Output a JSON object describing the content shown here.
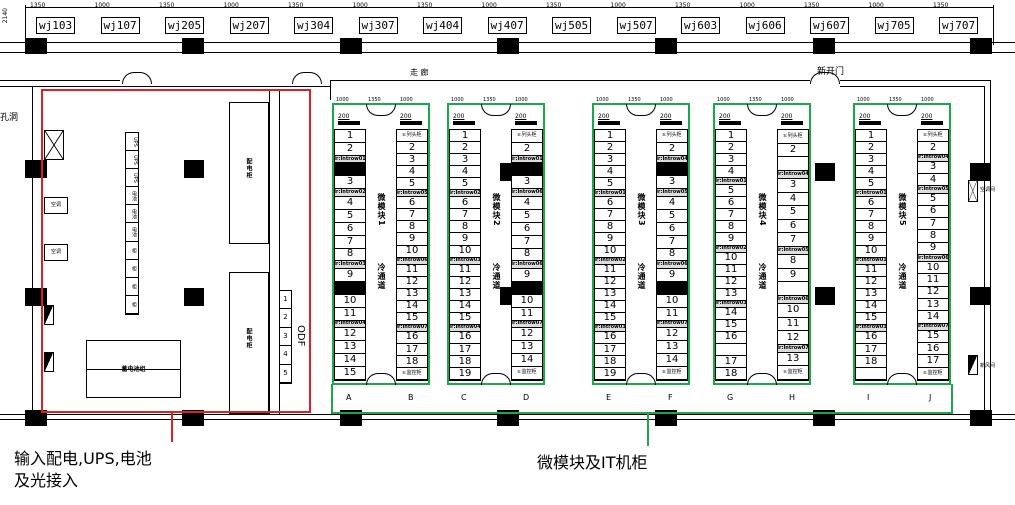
{
  "top_dimensions": [
    "1350",
    "1000",
    "1350",
    "1000",
    "1350",
    "1000",
    "1350",
    "1000",
    "1350",
    "1000",
    "1350",
    "1000",
    "1350",
    "1000",
    "1350"
  ],
  "top_side_dimension": "2140",
  "wj_labels": [
    "wj103",
    "wj107",
    "wj205",
    "wj207",
    "wj304",
    "wj307",
    "wj404",
    "wj407",
    "wj505",
    "wj507",
    "wj603",
    "wj606",
    "wj607",
    "wj705",
    "wj707"
  ],
  "corridor": {
    "label": "走    廊",
    "new_door": "新开门"
  },
  "left_room": {
    "hole_label": "孔洞",
    "ac_units": [
      "空调",
      "空调"
    ],
    "panel_top": "配电柜",
    "panel_bottom": "配电柜",
    "battery_column": [
      "UPS",
      "UPS",
      "UPS",
      "电池",
      "电池",
      "电池",
      "柜",
      "柜",
      "柜",
      "柜"
    ],
    "battery_box": "蓄电池组",
    "odf_label": "ODF",
    "odf_slots": [
      "1",
      "2",
      "3",
      "4",
      "5"
    ]
  },
  "right_side_labels": [
    "空调间",
    "新风间"
  ],
  "modules": [
    {
      "name": "微模块1",
      "aisle": "冷通道",
      "dims": [
        "1000",
        "1350",
        "1000"
      ],
      "top": "200",
      "cols": [
        {
          "label": "A",
          "rows": [
            "1",
            "2",
            "ir:Introw01",
            "#",
            "3",
            "ir:Introw02",
            "4",
            "5",
            "6",
            "7",
            "8",
            "ir:Introw03",
            "9",
            "#",
            "10",
            "11",
            "ir:Introw04",
            "12",
            "13",
            "14",
            "15"
          ]
        },
        {
          "label": "B",
          "rows": [
            "s:列头柜",
            "2",
            "3",
            "4",
            "5",
            "ir:Introw05",
            "6",
            "7",
            "8",
            "9",
            "10",
            "ir:Introw06",
            "11",
            "12",
            "13",
            "14",
            "15",
            "ir:Introw07",
            "16",
            "17",
            "18",
            "s:监控柜"
          ]
        }
      ]
    },
    {
      "name": "微模块2",
      "aisle": "冷通道",
      "dims": [
        "1000",
        "1350",
        "1000"
      ],
      "top": "200",
      "cols": [
        {
          "label": "C",
          "rows": [
            "1",
            "2",
            "3",
            "4",
            "5",
            "ir:Introw02",
            "6",
            "7",
            "8",
            "9",
            "10",
            "ir:Introw03",
            "11",
            "12",
            "13",
            "14",
            "15",
            "ir:Introw04",
            "16",
            "17",
            "18",
            "19"
          ]
        },
        {
          "label": "D",
          "rows": [
            "s:列头柜",
            "2",
            "ir:Introw01",
            "#",
            "3",
            "ir:Introw06",
            "4",
            "5",
            "6",
            "7",
            "8",
            "ir:Introw06",
            "9",
            "#",
            "10",
            "11",
            "ir:Introw07",
            "12",
            "13",
            "14",
            "s:监控柜"
          ]
        }
      ]
    },
    {
      "name": "微模块3",
      "aisle": "冷通道",
      "dims": [
        "1000",
        "1350",
        "1000"
      ],
      "top": "200",
      "cols": [
        {
          "label": "E",
          "rows": [
            "1",
            "2",
            "3",
            "4",
            "5",
            "ir:Introw01",
            "6",
            "7",
            "8",
            "9",
            "10",
            "ir:Introw02",
            "11",
            "12",
            "13",
            "14",
            "15",
            "ir:Introw03",
            "16",
            "17",
            "18",
            "19"
          ]
        },
        {
          "label": "F",
          "rows": [
            "s:列头柜",
            "2",
            "ir:Introw04",
            "#",
            "3",
            "ir:Introw05",
            "4",
            "5",
            "6",
            "7",
            "8",
            "ir:Introw06",
            "9",
            "#",
            "10",
            "11",
            "ir:Introw07",
            "12",
            "13",
            "14",
            "s:监控柜"
          ]
        }
      ]
    },
    {
      "name": "微模块4",
      "aisle": "冷通道",
      "dims": [
        "1000",
        "1350",
        "1000"
      ],
      "top": "200",
      "cols": [
        {
          "label": "G",
          "rows": [
            "1",
            "2",
            "3",
            "4",
            "ir:Introw01",
            "5",
            "6",
            "7",
            "8",
            "9",
            "ir:Introw02",
            "10",
            "11",
            "12",
            "13",
            "ir:Introw03",
            "14",
            "15",
            "16",
            "",
            "17",
            "18"
          ]
        },
        {
          "label": "H",
          "rows": [
            "s:列头柜",
            "2",
            "",
            "ir:Introw04",
            "3",
            "4",
            "5",
            "6",
            "7",
            "ir:Introw05",
            "8",
            "9",
            "",
            "ir:Introw06",
            "10",
            "11",
            "12",
            "ir:Introw07",
            "13",
            "s:监控柜"
          ]
        }
      ]
    },
    {
      "name": "微模块5",
      "aisle": "冷通道",
      "dims": [
        "1000",
        "1350",
        "1000"
      ],
      "top": "200",
      "cols": [
        {
          "label": "I",
          "rows": [
            "1",
            "2",
            "3",
            "4",
            "5",
            "ir:Introw01",
            "6",
            "7",
            "8",
            "9",
            "10",
            "ir:Introw01",
            "11",
            "12",
            "13",
            "14",
            "15",
            "ir:Introw03",
            "16",
            "17",
            "18",
            ""
          ]
        },
        {
          "label": "J",
          "rows": [
            "s:列头柜",
            "2",
            "ir:Introw04",
            "3",
            "4",
            "ir:Introw05",
            "5",
            "6",
            "7",
            "8",
            "9",
            "ir:Introw06",
            "10",
            "11",
            "12",
            "13",
            "14",
            "ir:Introw07",
            "15",
            "16",
            "17",
            "s:监控柜"
          ]
        }
      ]
    }
  ],
  "callouts": {
    "power": [
      "输入配电,UPS,电池",
      "及光接入"
    ],
    "modules": "微模块及IT机柜"
  },
  "colors": {
    "power_outline": "#e02020",
    "module_outline": "#1aa84a"
  }
}
